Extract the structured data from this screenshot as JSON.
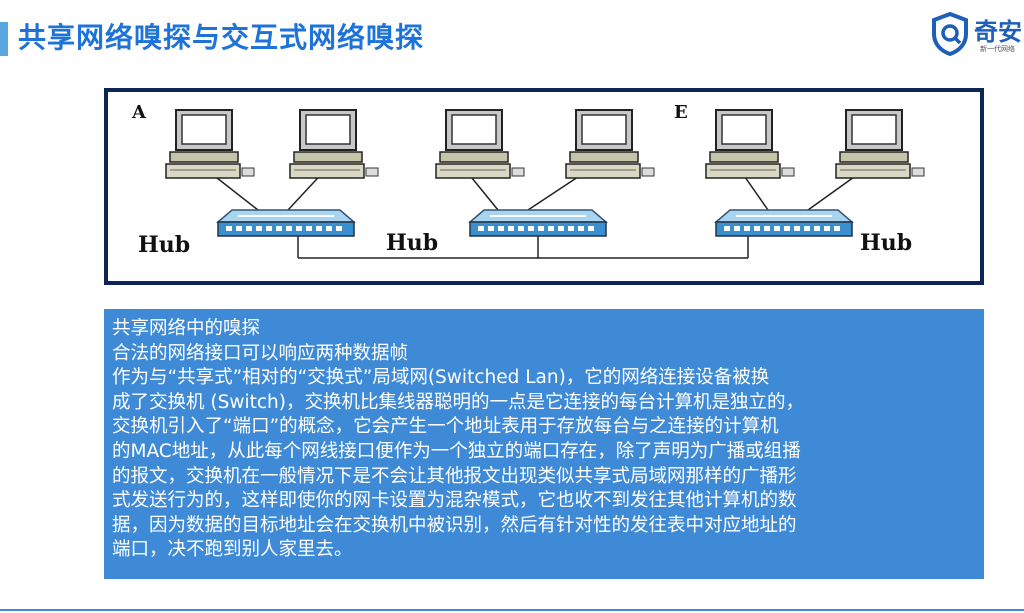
{
  "slide": {
    "title": "共享网络嗅探与交互式网络嗅探",
    "logo": {
      "name": "奇安",
      "slogan": "新一代网络"
    }
  },
  "diagram": {
    "labels": [
      "A",
      "E"
    ],
    "hub_labels": [
      "Hub",
      "Hub",
      "Hub"
    ]
  },
  "content": {
    "heading": "共享网络中的嗅探",
    "lines": [
      "合法的网络接口可以响应两种数据帧",
      "作为与“共享式”相对的“交换式”局域网(Switched Lan)，它的网络连接设备被换",
      "成了交换机 (Switch)，交换机比集线器聪明的一点是它连接的每台计算机是独立的，",
      "交换机引入了“端口”的概念，它会产生一个地址表用于存放每台与之连接的计算机",
      "的MAC地址，从此每个网线接口便作为一个独立的端口存在，除了声明为广播或组播",
      "的报文，交换机在一般情况下是不会让其他报文出现类似共享式局域网那样的广播形",
      "式发送行为的，这样即使你的网卡设置为混杂模式，它也收不到发往其他计算机的数",
      "据，因为数据的目标地址会在交换机中被识别，然后有针对性的发往表中对应地址的",
      "端口，决不跑到别人家里去。"
    ]
  },
  "colors": {
    "title": "#1e73d8",
    "box_background": "#3f8ad6",
    "diagram_border": "#0d2456"
  }
}
